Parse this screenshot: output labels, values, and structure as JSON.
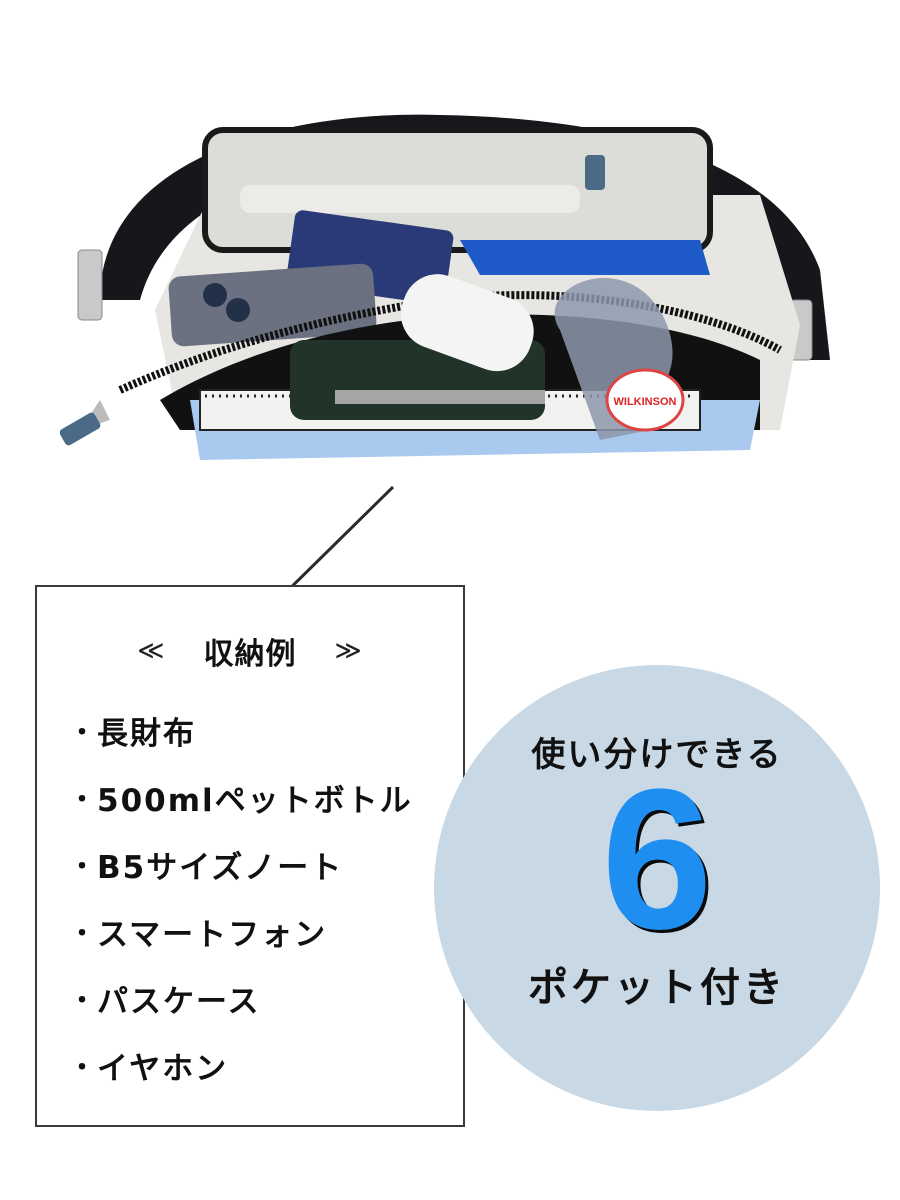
{
  "photo": {
    "subject": "shoulder bag with contents",
    "bottle_label": "WILKINSON"
  },
  "storage_box": {
    "title": "収納例",
    "left_bracket": "≪",
    "right_bracket": "≫",
    "bullet": "・",
    "items": [
      "長財布",
      "500mlペットボトル",
      "B5サイズノート",
      "スマートフォン",
      "パスケース",
      "イヤホン"
    ]
  },
  "badge": {
    "line1": "使い分けできる",
    "number": "6",
    "line3": "ポケット付き",
    "circle_color": "#c8d8e5",
    "number_color": "#1e8ff0"
  }
}
